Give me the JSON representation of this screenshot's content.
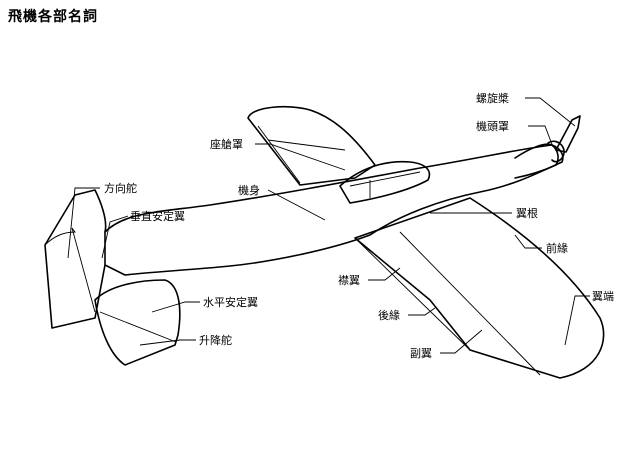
{
  "title": "飛機各部名詞",
  "labels": {
    "propeller": "螺旋槳",
    "cowling": "機頭罩",
    "canopy": "座艙罩",
    "fuselage": "機身",
    "rudder": "方向舵",
    "vertical_stabilizer": "垂直安定翼",
    "wing_root": "翼根",
    "leading_edge": "前緣",
    "flap": "襟翼",
    "wing_tip": "翼端",
    "trailing_edge": "後緣",
    "horizontal_stabilizer": "水平安定翼",
    "elevator": "升降舵",
    "aileron": "副翼"
  }
}
